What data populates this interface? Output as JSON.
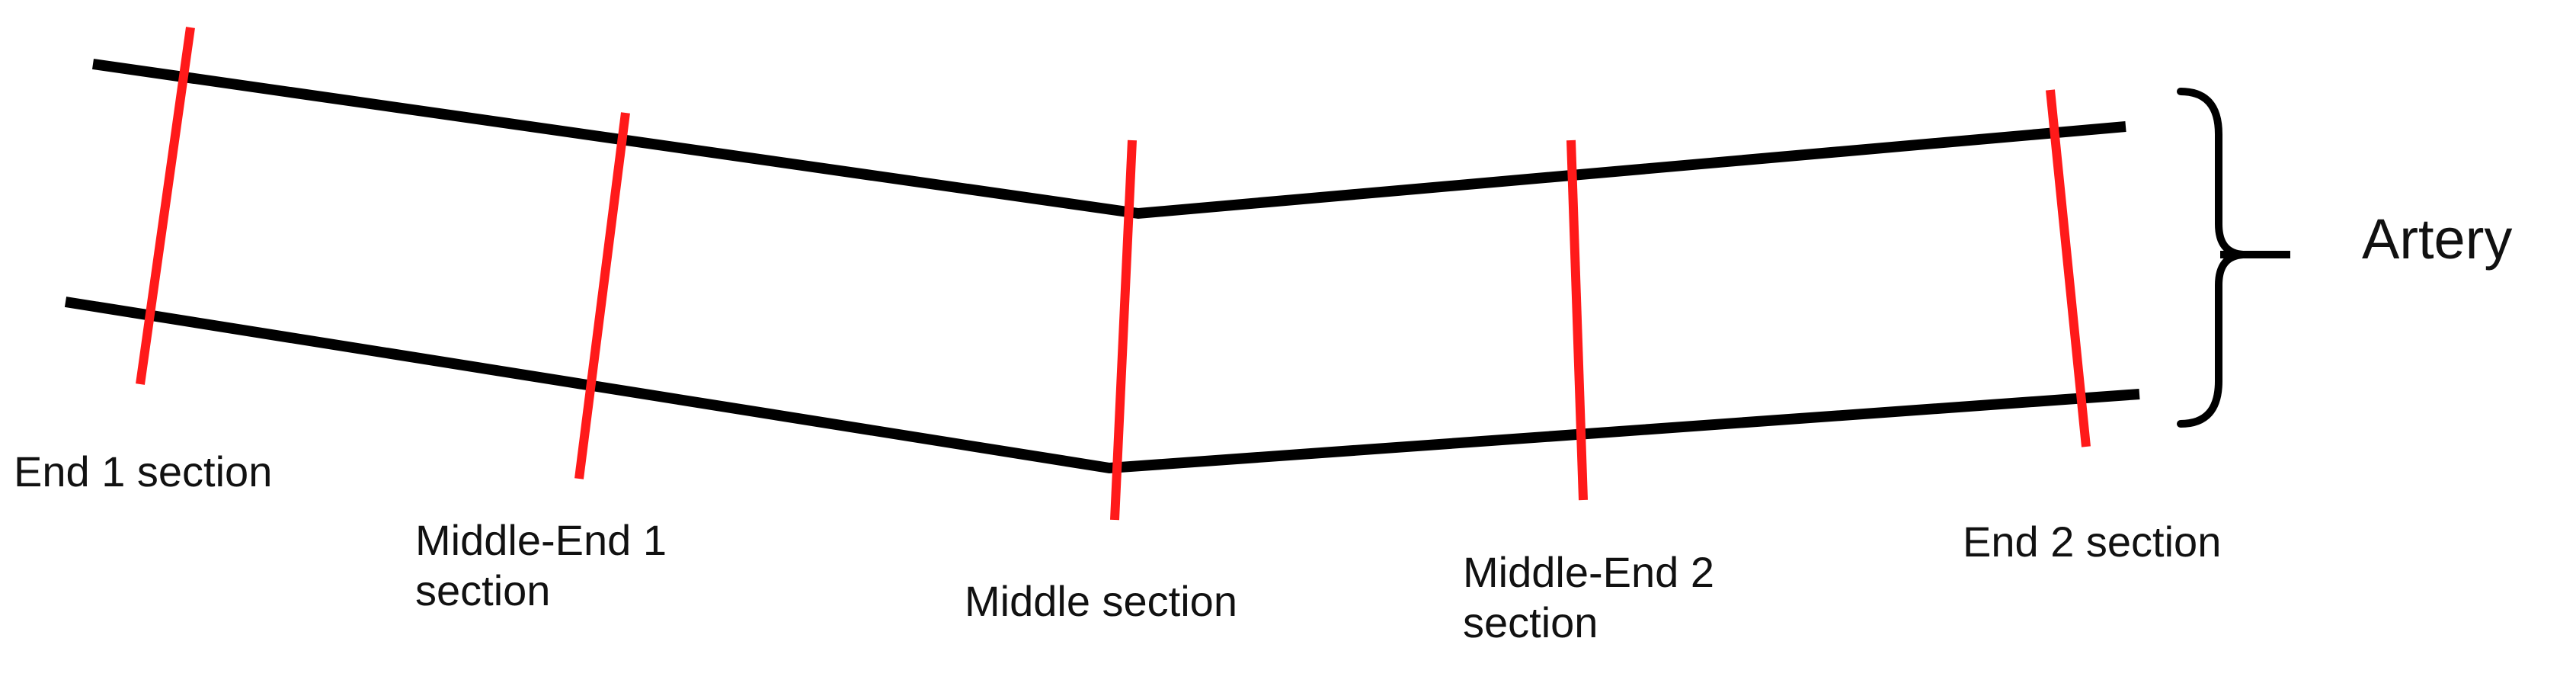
{
  "colors": {
    "artery_wall": "#000000",
    "section_line": "#ff1a1a",
    "text": "#111111",
    "background": "#ffffff"
  },
  "labels": {
    "artery": "Artery",
    "end1": [
      "End 1 section"
    ],
    "middle_end1": [
      "Middle-End 1",
      "section"
    ],
    "middle": [
      "Middle section"
    ],
    "middle_end2": [
      "Middle-End 2",
      "section"
    ],
    "end2": [
      "End 2 section"
    ]
  }
}
